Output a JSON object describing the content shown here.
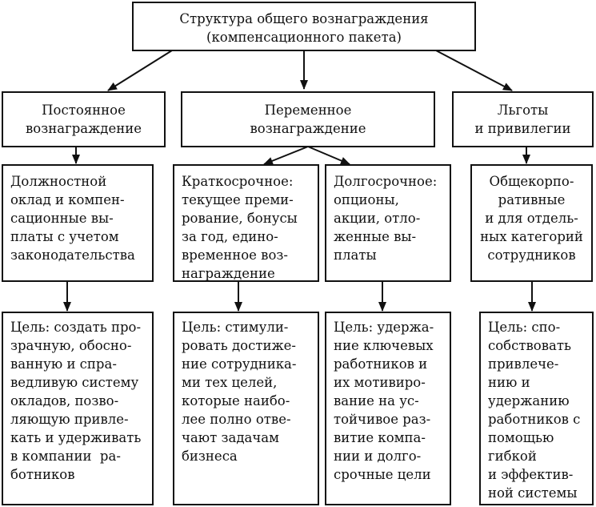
{
  "root": {
    "line1": "Структура общего вознаграждения",
    "line2": "(компенсационного пакета)"
  },
  "columns": [
    {
      "category": "Постоянное\nвознаграждение",
      "type_text": "Должностной\nоклад и компен-\nсационные вы-\nплаты с учетом\nзаконодательства",
      "goal_text": "Цель: создать про-\nзрачную, обосно-\nванную и спра-\nведливую систему\nокладов, позво-\nляющую привле-\nкать и удерживать\nв компании  ра-\nботников"
    },
    {
      "category": "Переменное\nвознаграждение",
      "subtypes": [
        {
          "type_text": "Краткосрочное:\nтекущее преми-\nрование, бонусы\nза год, едино-\nвременное воз-\nнаграждение",
          "goal_text": "Цель: стимули-\nровать достиже-\nние сотрудника-\nми тех целей,\nкоторые наибо-\nлее полно отве-\nчают задачам\nбизнеса"
        },
        {
          "type_text": "Долгосрочное:\nопционы,\nакции, отло-\nженные вы-\nплаты",
          "goal_text": "Цель: удержа-\nние ключевых\nработников и\nих мотивиро-\nвание на ус-\nтойчивое раз-\nвитие компа-\nнии и долго-\nсрочные цели"
        }
      ]
    },
    {
      "category": "Льготы\nи привилегии",
      "type_text": "Общекорпо-\nративные\nи для отдель-\nных категорий\nсотрудников",
      "goal_text": "Цель: спо-\nсобствовать\nпривлече-\nнию и\nудержанию\nработников с\nпомощью\nгибкой\nи эффектив-\nной системы"
    }
  ]
}
